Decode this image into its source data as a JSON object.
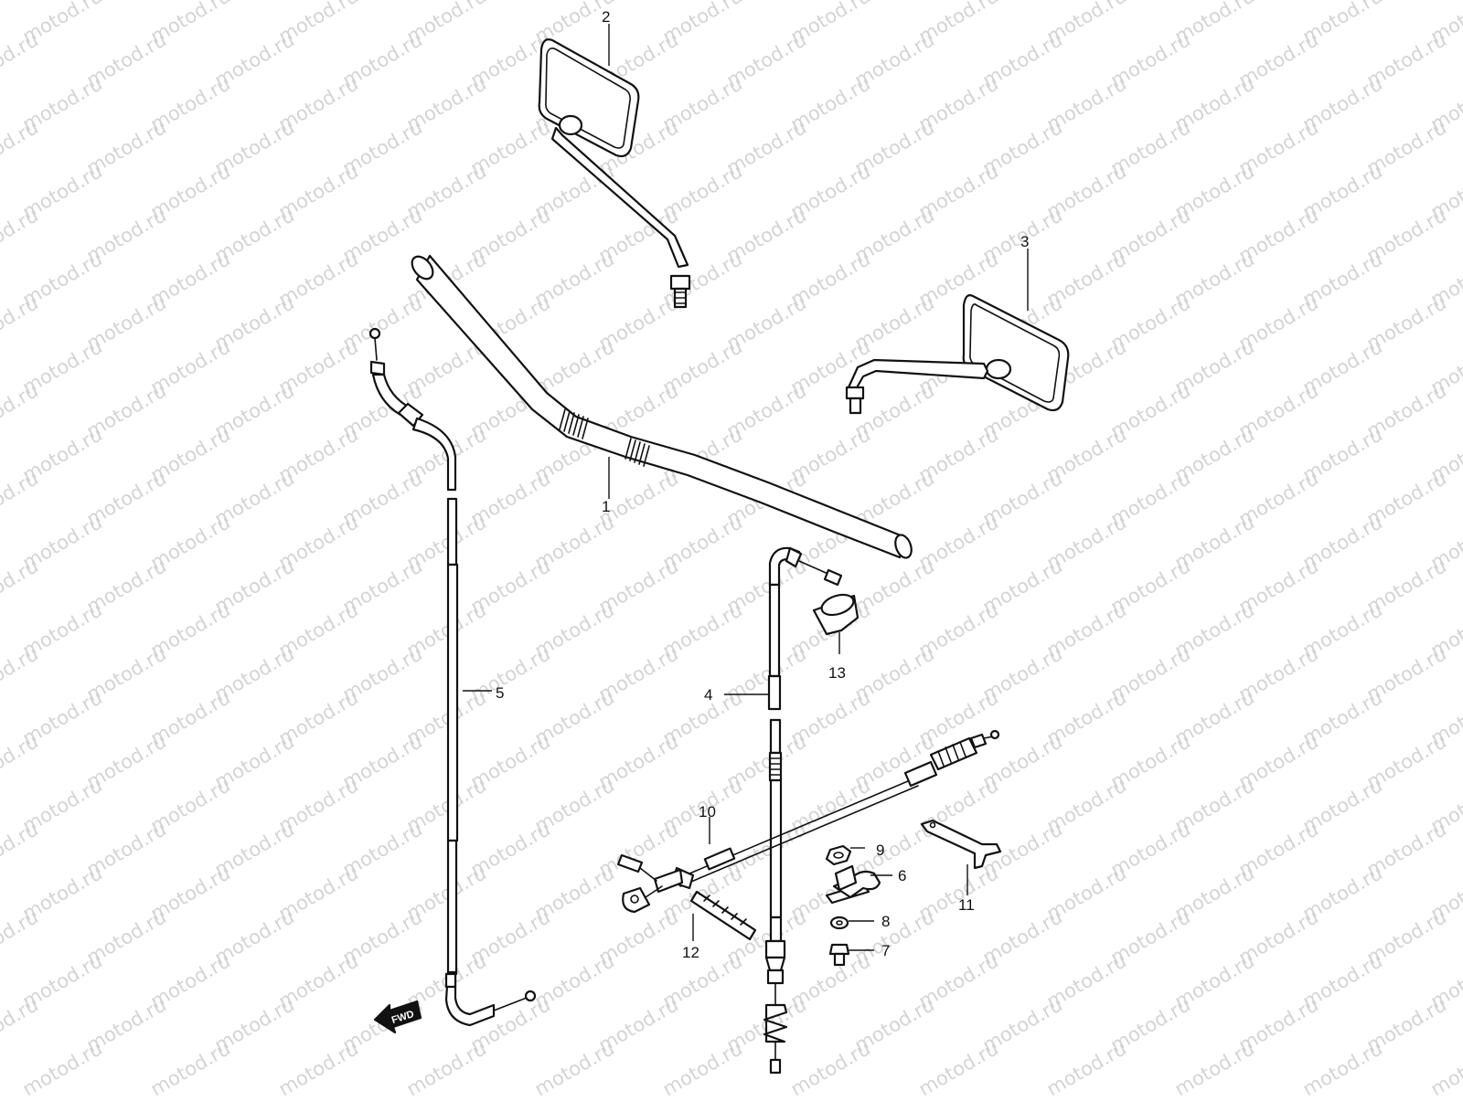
{
  "watermark": {
    "text": "motod.ru",
    "color": "#d4d4d4"
  },
  "callouts": [
    {
      "id": "handlebar",
      "number": "1"
    },
    {
      "id": "mirror-left",
      "number": "2"
    },
    {
      "id": "mirror-right",
      "number": "3"
    },
    {
      "id": "throttle-cable",
      "number": "4"
    },
    {
      "id": "clutch-cable",
      "number": "5"
    },
    {
      "id": "clamp",
      "number": "6"
    },
    {
      "id": "bolt",
      "number": "7"
    },
    {
      "id": "washer",
      "number": "8"
    },
    {
      "id": "nut",
      "number": "9"
    },
    {
      "id": "choke-cable",
      "number": "10"
    },
    {
      "id": "bracket",
      "number": "11"
    },
    {
      "id": "band",
      "number": "12"
    },
    {
      "id": "boot",
      "number": "13"
    }
  ],
  "fwd_label": "FWD",
  "colors": {
    "line": "#111111",
    "background": "#ffffff"
  }
}
